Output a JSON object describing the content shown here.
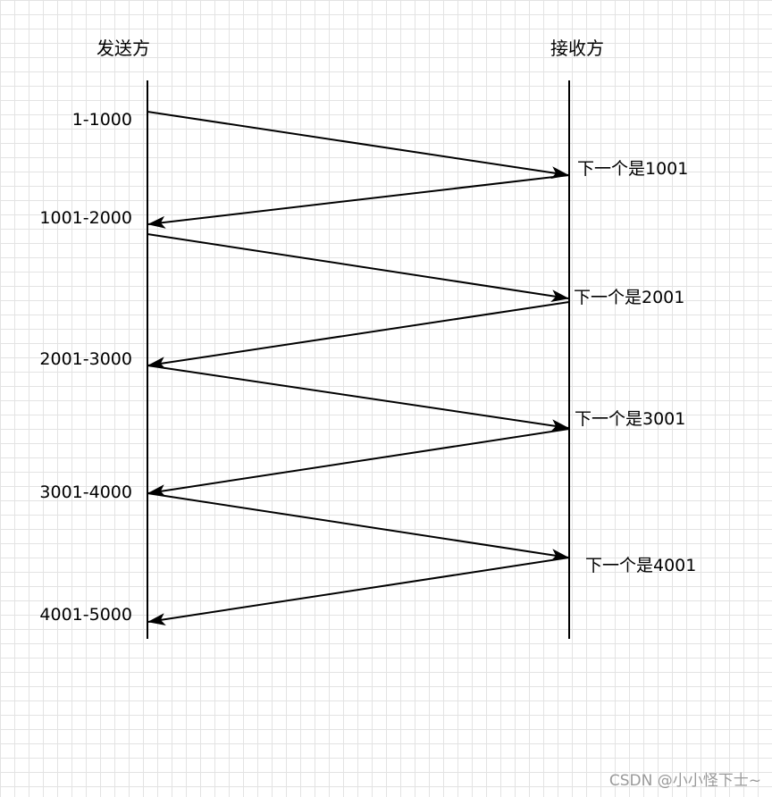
{
  "participants": {
    "sender": "发送方",
    "receiver": "接收方"
  },
  "segments": [
    "1-1000",
    "1001-2000",
    "2001-3000",
    "3001-4000",
    "4001-5000"
  ],
  "acks": [
    "下一个是1001",
    "下一个是2001",
    "下一个是3001",
    "下一个是4001"
  ],
  "watermark": "CSDN @小小怪下士~"
}
